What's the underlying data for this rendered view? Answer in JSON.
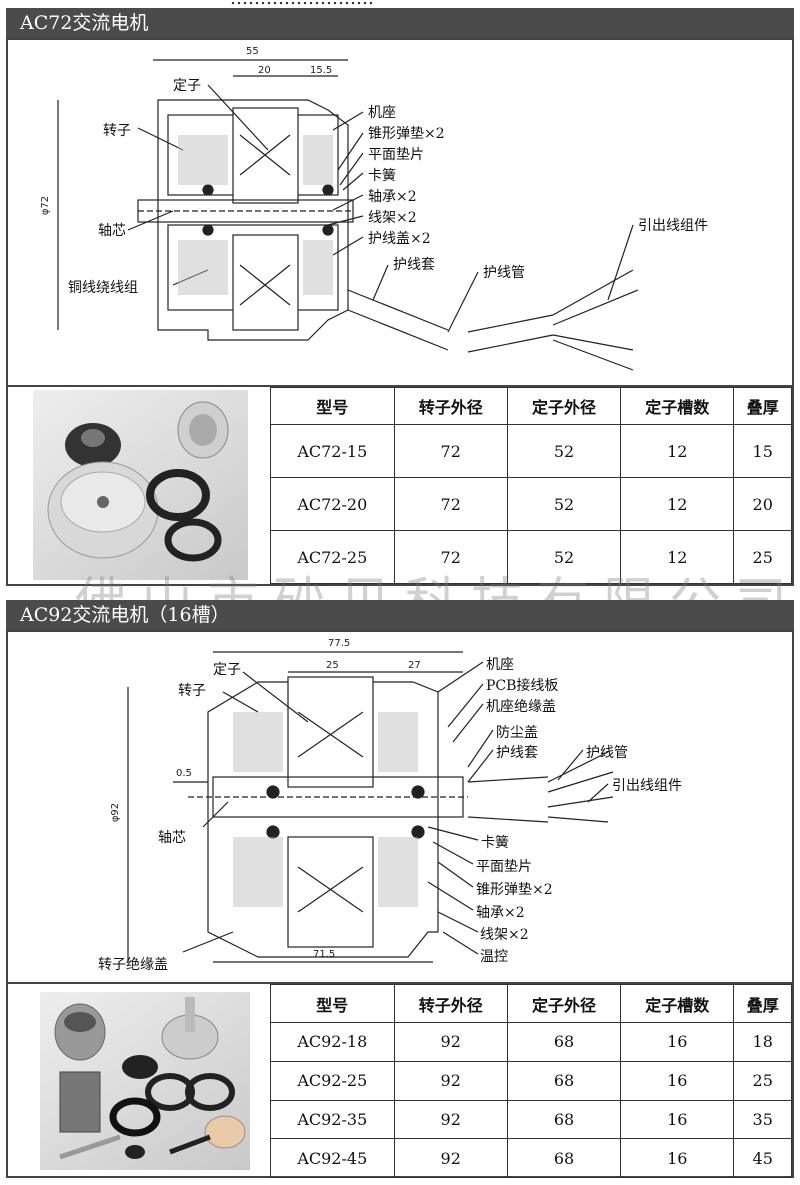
{
  "top_partial": "……………………",
  "section1": {
    "title": "AC72交流电机",
    "labels": {
      "stator": "定子",
      "rotor": "转子",
      "shaft": "轴芯",
      "winding": "铜线绕线组",
      "frame": "机座",
      "spring": "锥形弹垫×2",
      "washer": "平面垫片",
      "clip": "卡簧",
      "bearing": "轴承×2",
      "bobbin": "线架×2",
      "cover": "护线盖×2",
      "sleeve": "护线套",
      "tube": "护线管",
      "lead": "引出线组件"
    },
    "dims": {
      "d55": "55",
      "d20": "20",
      "d15": "15.5",
      "dia": "φ72"
    },
    "table": {
      "headers": [
        "型号",
        "转子外径",
        "定子外径",
        "定子槽数",
        "叠厚"
      ],
      "rows": [
        [
          "AC72-15",
          "72",
          "52",
          "12",
          "15"
        ],
        [
          "AC72-20",
          "72",
          "52",
          "12",
          "20"
        ],
        [
          "AC72-25",
          "72",
          "52",
          "12",
          "25"
        ]
      ]
    }
  },
  "watermark": "佛山市砂贝科技有限公司",
  "section2": {
    "title": "AC92交流电机（16槽）",
    "labels": {
      "stator": "定子",
      "rotor": "转子",
      "shaft": "轴芯",
      "rotor_cover": "转子绝缘盖",
      "frame": "机座",
      "pcb": "PCB接线板",
      "frame_cover": "机座绝缘盖",
      "dust": "防尘盖",
      "sleeve": "护线套",
      "tube": "护线管",
      "lead": "引出线组件",
      "clip": "卡簧",
      "washer": "平面垫片",
      "spring": "锥形弹垫×2",
      "bearing": "轴承×2",
      "bobbin": "线架×2",
      "thermo": "温控"
    },
    "dims": {
      "d77": "77.5",
      "d25": "25",
      "d27": "27",
      "d05": "0.5",
      "dia": "φ92",
      "d71": "71.5"
    },
    "table": {
      "headers": [
        "型号",
        "转子外径",
        "定子外径",
        "定子槽数",
        "叠厚"
      ],
      "rows": [
        [
          "AC92-18",
          "92",
          "68",
          "16",
          "18"
        ],
        [
          "AC92-25",
          "92",
          "68",
          "16",
          "25"
        ],
        [
          "AC92-35",
          "92",
          "68",
          "16",
          "35"
        ],
        [
          "AC92-45",
          "92",
          "68",
          "16",
          "45"
        ]
      ]
    }
  }
}
